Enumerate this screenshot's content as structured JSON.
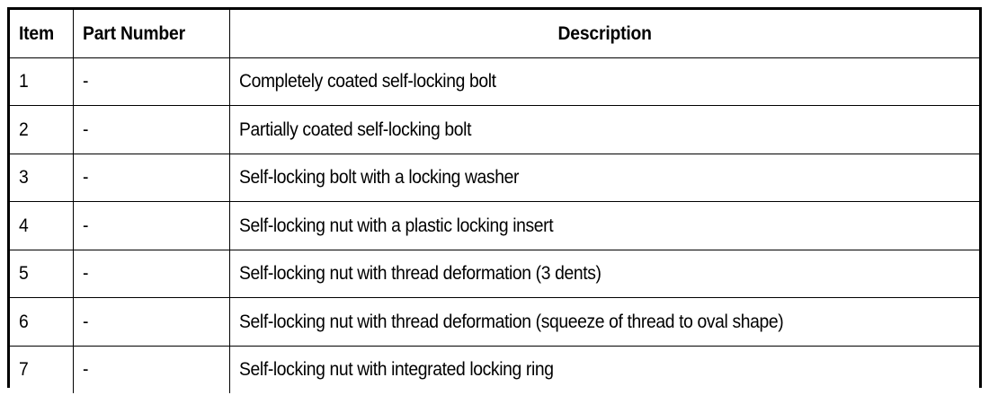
{
  "table": {
    "columns": [
      {
        "key": "item",
        "label": "Item",
        "align": "left"
      },
      {
        "key": "part_number",
        "label": "Part Number",
        "align": "left"
      },
      {
        "key": "description",
        "label": "Description",
        "align": "center"
      }
    ],
    "rows": [
      {
        "item": "1",
        "part_number": "-",
        "description": "Completely coated self-locking bolt"
      },
      {
        "item": "2",
        "part_number": "-",
        "description": "Partially coated self-locking bolt"
      },
      {
        "item": "3",
        "part_number": "-",
        "description": "Self-locking bolt with a locking washer"
      },
      {
        "item": "4",
        "part_number": "-",
        "description": "Self-locking nut with a plastic locking insert"
      },
      {
        "item": "5",
        "part_number": "-",
        "description": "Self-locking nut with thread deformation (3 dents)"
      },
      {
        "item": "6",
        "part_number": "-",
        "description": "Self-locking nut with thread deformation (squeeze of thread to oval shape)"
      },
      {
        "item": "7",
        "part_number": "-",
        "description": "Self-locking nut with integrated locking ring"
      }
    ]
  },
  "colors": {
    "text": "#000000",
    "background": "#ffffff",
    "border": "#000000"
  }
}
